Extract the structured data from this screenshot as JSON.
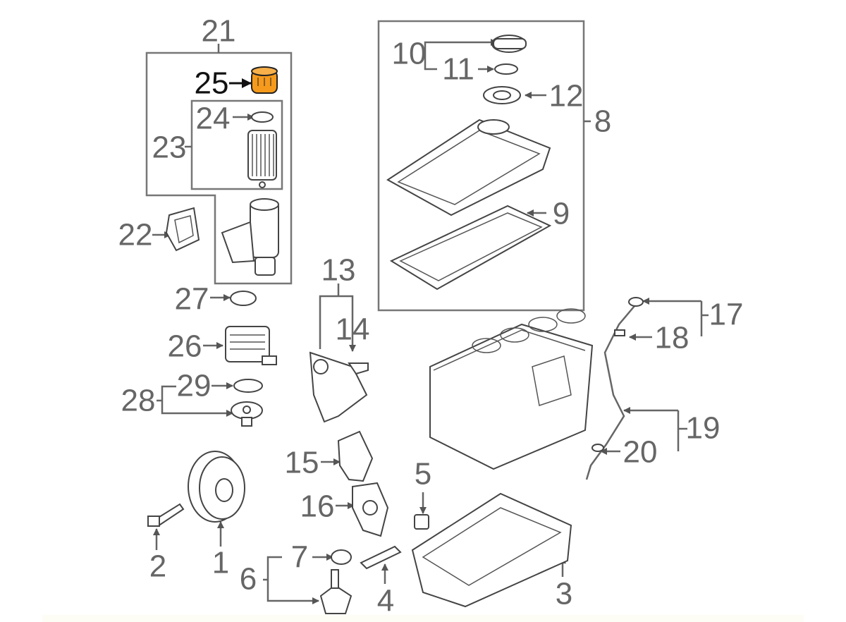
{
  "diagram": {
    "highlighted_part": "25",
    "highlight_color": "#f59a1c",
    "labels": {
      "p1": "1",
      "p2": "2",
      "p3": "3",
      "p4": "4",
      "p5": "5",
      "p6": "6",
      "p7": "7",
      "p8": "8",
      "p9": "9",
      "p10": "10",
      "p11": "11",
      "p12": "12",
      "p13": "13",
      "p14": "14",
      "p15": "15",
      "p16": "16",
      "p17": "17",
      "p18": "18",
      "p19": "19",
      "p20": "20",
      "p21": "21",
      "p22": "22",
      "p23": "23",
      "p24": "24",
      "p25": "25",
      "p26": "26",
      "p27": "27",
      "p28": "28",
      "p29": "29"
    }
  }
}
